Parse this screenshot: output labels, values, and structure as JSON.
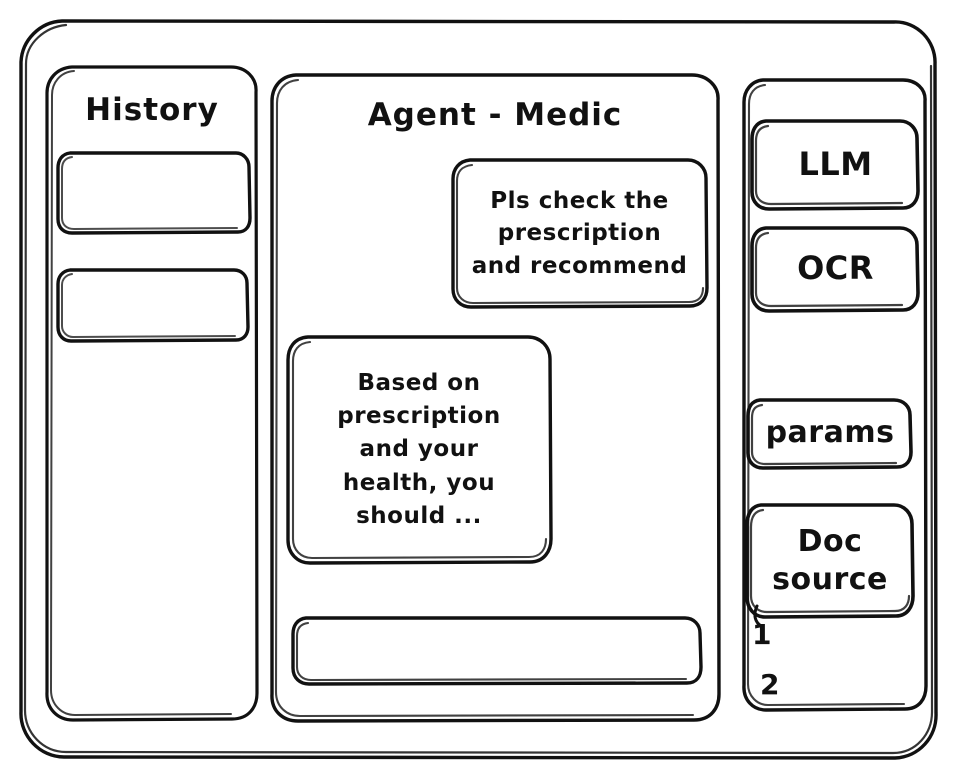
{
  "window": {
    "name": "agent-medic-wireframe"
  },
  "sidebar_left": {
    "title": "History",
    "items": [
      {
        "label": ""
      },
      {
        "label": ""
      }
    ]
  },
  "main": {
    "title": "Agent - Medic",
    "messages": [
      {
        "role": "user",
        "text": "Pls check the\nprescription\nand recommend"
      },
      {
        "role": "assistant",
        "text": "Based on\nprescription\nand your\nhealth, you\nshould ..."
      }
    ],
    "composer": {
      "value": "",
      "placeholder": ""
    }
  },
  "sidebar_right": {
    "tools": [
      {
        "label": "LLM"
      },
      {
        "label": "OCR"
      }
    ],
    "params": {
      "label": "params"
    },
    "doc_source": {
      "label": "Doc\nsource",
      "items": [
        "1",
        "2"
      ]
    }
  },
  "colors": {
    "ink": "#111111",
    "background": "#ffffff"
  }
}
